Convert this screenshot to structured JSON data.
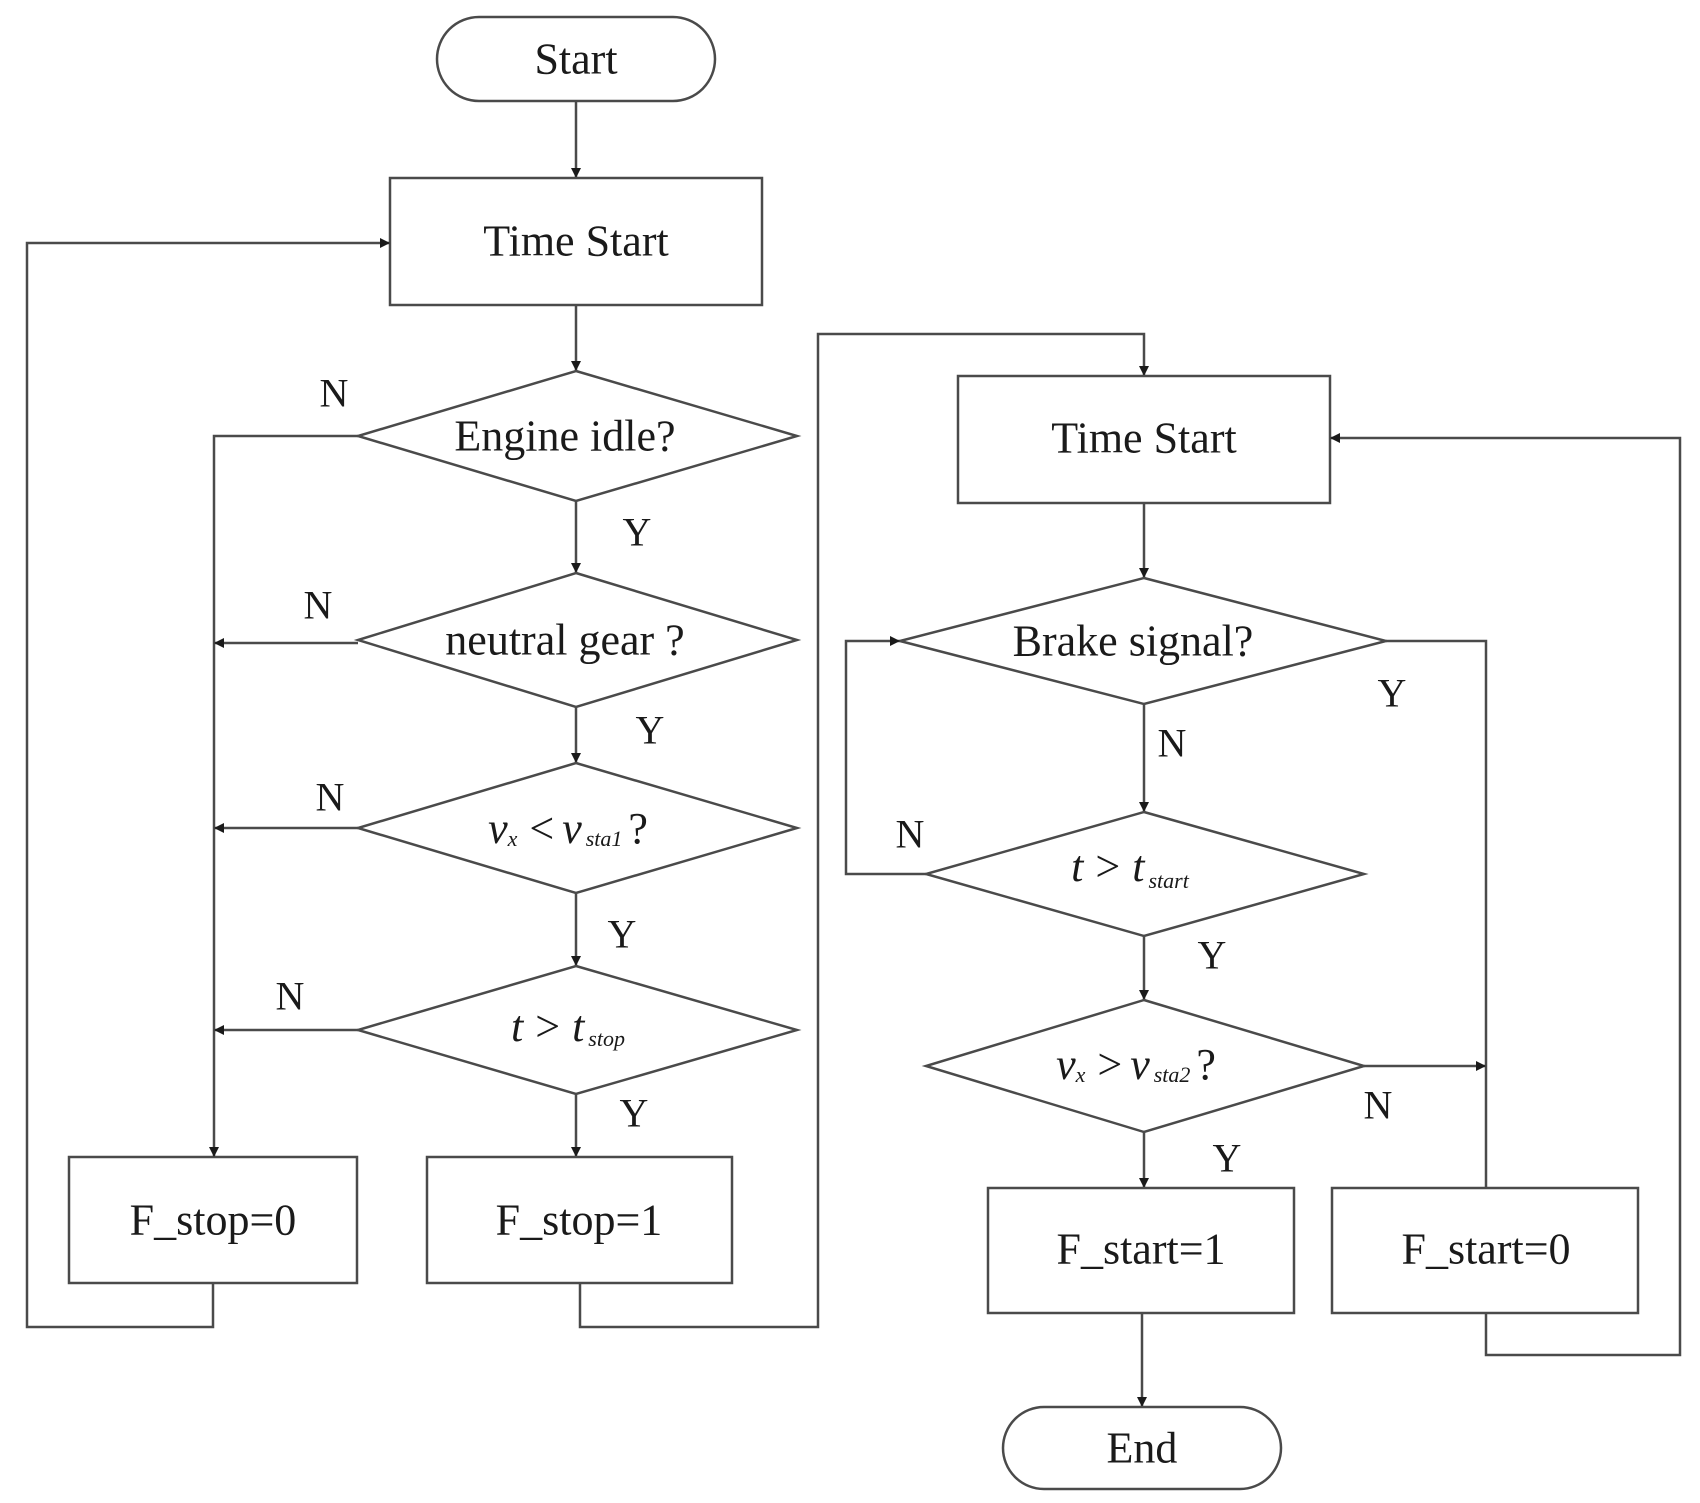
{
  "flowchart": {
    "start": "Start",
    "time_start_left": "Time Start",
    "engine_idle": "Engine idle?",
    "neutral_gear": "neutral gear ?",
    "vx_lt_vsta1": {
      "v": "v",
      "x": "x",
      "op": "<",
      "sub": "sta1",
      "q": "?"
    },
    "t_gt_tstop": {
      "t": "t",
      "op": ">",
      "sub": "stop"
    },
    "f_stop_0": "F_stop=0",
    "f_stop_1": "F_stop=1",
    "time_start_right": "Time Start",
    "brake_signal": "Brake signal?",
    "t_gt_tstart": {
      "t": "t",
      "op": ">",
      "sub": "start"
    },
    "vx_gt_vsta2": {
      "v": "v",
      "x": "x",
      "op": ">",
      "sub": "sta2",
      "q": "?"
    },
    "f_start_1": "F_start=1",
    "f_start_0": "F_start=0",
    "end": "End"
  },
  "branch_labels": {
    "yes": "Y",
    "no": "N"
  },
  "colors": {
    "stroke": "#4a4a4a",
    "text": "#1a1a1a",
    "background": "#ffffff"
  }
}
